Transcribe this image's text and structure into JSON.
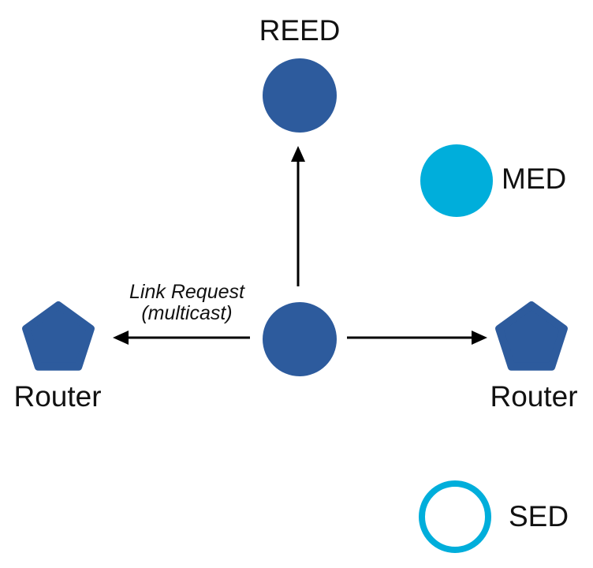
{
  "diagram": {
    "labels": {
      "reed": "REED",
      "med": "MED",
      "sed": "SED",
      "router_left": "Router",
      "router_right": "Router"
    },
    "annotation": {
      "line1": "Link Request",
      "line2": "(multicast)"
    },
    "colors": {
      "router_blue": "#2D5B9D",
      "end_device_cyan": "#00AEDB",
      "arrow_black": "#000000",
      "text_black": "#111111",
      "background": "#FFFFFF"
    }
  }
}
